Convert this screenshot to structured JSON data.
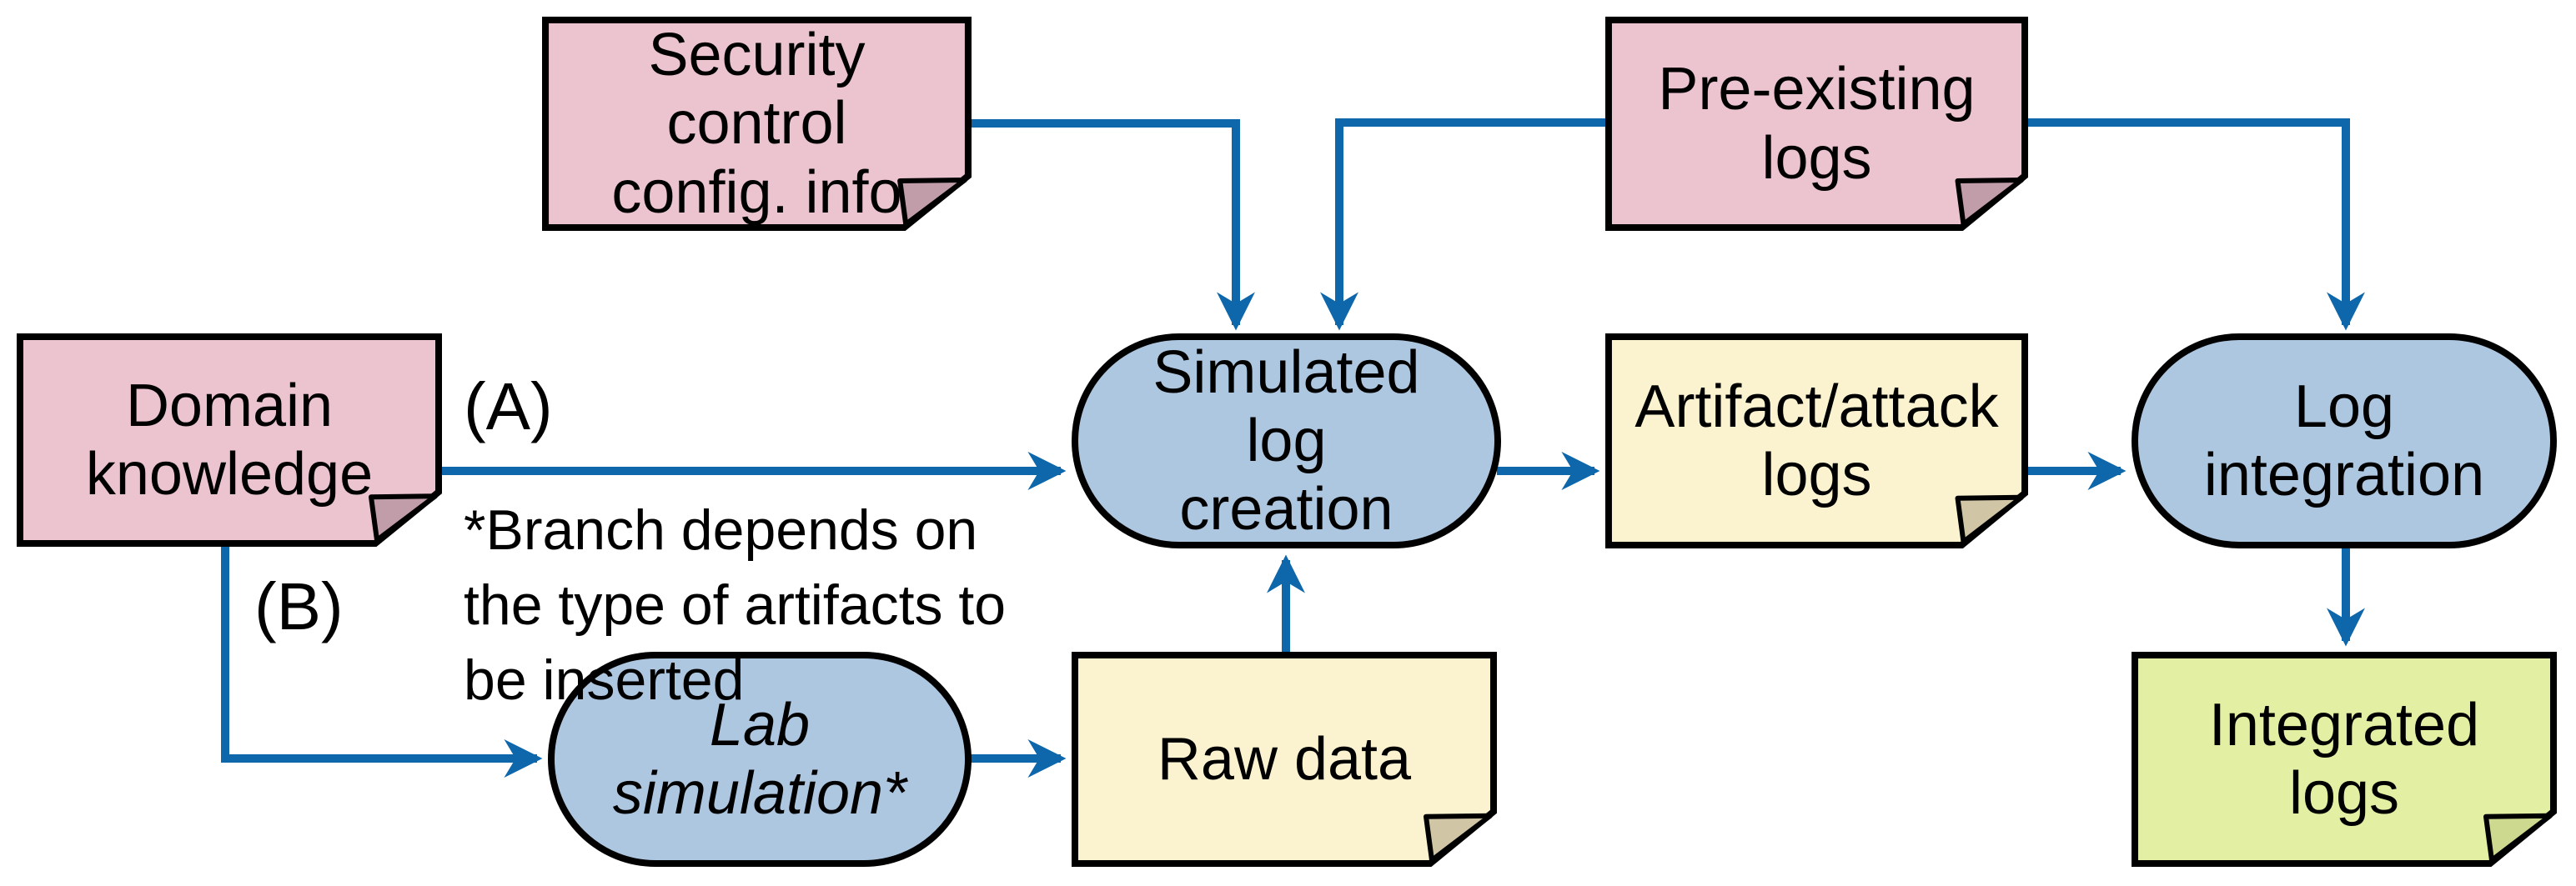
{
  "figure": {
    "type": "flow-diagram",
    "background": "#ffffff",
    "colors": {
      "note_pink": "#ecc4cf",
      "note_pink_fold": "#c09da9",
      "note_yellow": "#fbf3d0",
      "note_yellow_fold": "#d0c5a4",
      "note_green": "#e3efa3",
      "note_green_fold": "#ccd98e",
      "process_blue": "#aec7e0",
      "connector": "#0e67ab",
      "outline": "#000000",
      "text": "#000000"
    },
    "nodes": {
      "security_config": {
        "shape": "note",
        "color": "pink",
        "label": "Security\ncontrol\nconfig. info"
      },
      "preexisting_logs": {
        "shape": "note",
        "color": "pink",
        "label": "Pre-existing\nlogs"
      },
      "domain_knowledge": {
        "shape": "note",
        "color": "pink",
        "label": "Domain\nknowledge"
      },
      "simulated_log_creation": {
        "shape": "process",
        "color": "blue",
        "label": "Simulated\nlog\ncreation"
      },
      "artifact_attack_logs": {
        "shape": "note",
        "color": "yellow",
        "label": "Artifact/attack\nlogs"
      },
      "log_integration": {
        "shape": "process",
        "color": "blue",
        "label": "Log\nintegration"
      },
      "lab_simulation": {
        "shape": "process",
        "color": "blue",
        "italic": true,
        "label": "Lab\nsimulation*"
      },
      "raw_data": {
        "shape": "note",
        "color": "yellow",
        "label": "Raw data"
      },
      "integrated_logs": {
        "shape": "note",
        "color": "green",
        "label": "Integrated\nlogs"
      }
    },
    "annotations": {
      "branch_a_label": "(A)",
      "branch_b_label": "(B)",
      "branch_footnote": "*Branch depends on\nthe type of artifacts to\nbe inserted"
    },
    "edges": [
      {
        "from": "security_config",
        "to": "simulated_log_creation",
        "label": ""
      },
      {
        "from": "preexisting_logs",
        "to": "simulated_log_creation",
        "label": ""
      },
      {
        "from": "preexisting_logs",
        "to": "log_integration",
        "label": ""
      },
      {
        "from": "domain_knowledge",
        "to": "simulated_log_creation",
        "label": "(A)"
      },
      {
        "from": "domain_knowledge",
        "to": "lab_simulation",
        "label": "(B)"
      },
      {
        "from": "lab_simulation",
        "to": "raw_data",
        "label": ""
      },
      {
        "from": "raw_data",
        "to": "simulated_log_creation",
        "label": ""
      },
      {
        "from": "simulated_log_creation",
        "to": "artifact_attack_logs",
        "label": ""
      },
      {
        "from": "artifact_attack_logs",
        "to": "log_integration",
        "label": ""
      },
      {
        "from": "log_integration",
        "to": "integrated_logs",
        "label": ""
      }
    ]
  }
}
